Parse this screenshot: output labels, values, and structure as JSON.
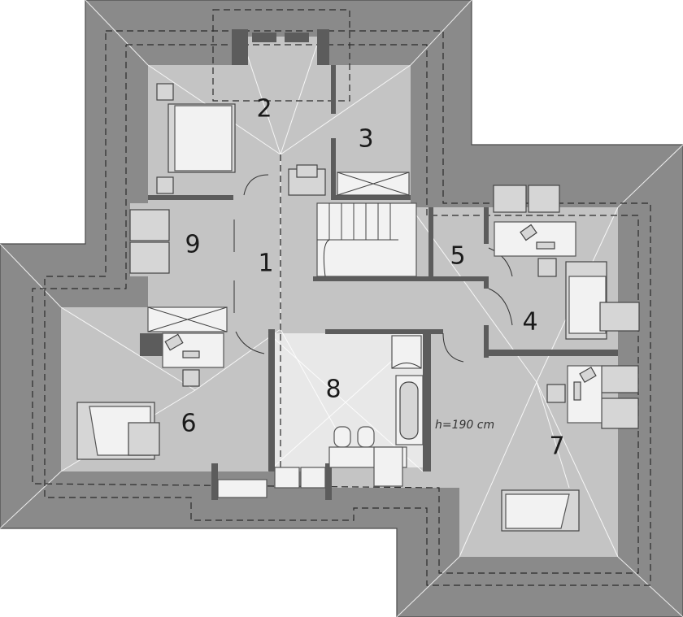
{
  "rooms": [
    {
      "id": "1",
      "label": "1"
    },
    {
      "id": "2",
      "label": "2"
    },
    {
      "id": "3",
      "label": "3"
    },
    {
      "id": "4",
      "label": "4"
    },
    {
      "id": "5",
      "label": "5"
    },
    {
      "id": "6",
      "label": "6"
    },
    {
      "id": "7",
      "label": "7"
    },
    {
      "id": "8",
      "label": "8"
    },
    {
      "id": "9",
      "label": "9"
    }
  ],
  "height_note": "h=190 cm",
  "colors": {
    "roof": "#8a8a8a",
    "floor": "#c4c4c4",
    "bathroom": "#e8e8e8",
    "wall": "#5c5c5c"
  }
}
